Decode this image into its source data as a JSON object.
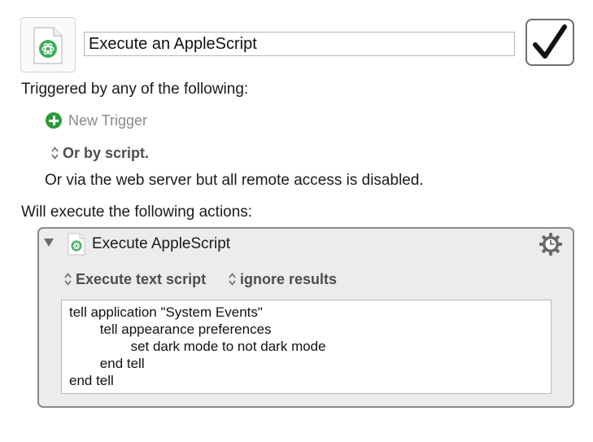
{
  "macro": {
    "name": "Execute an AppleScript",
    "enabled": true
  },
  "triggers": {
    "heading": "Triggered by any of the following:",
    "new_trigger_label": "New Trigger",
    "or_by_script_label": "Or by script.",
    "web_server_note": "Or via the web server but all remote access is disabled."
  },
  "actions": {
    "heading": "Will execute the following actions:",
    "items": [
      {
        "title": "Execute AppleScript",
        "execute_mode": "Execute text script",
        "result_mode": "ignore results",
        "script": "tell application \"System Events\"\n        tell appearance preferences\n                set dark mode to not dark mode\n        end tell\nend tell"
      }
    ]
  },
  "icons": {
    "macro_icon": "applescript-document-icon",
    "checkbox": "checkmark-icon",
    "add": "add-circle-icon",
    "popup": "updown-chevron-icon",
    "disclosure": "disclosure-triangle-icon",
    "gear": "gear-clock-icon"
  },
  "colors": {
    "add_green": "#2d9a3a",
    "icon_green": "#3fae5a",
    "panel_bg": "#ececec",
    "panel_border": "#8a8a8a"
  }
}
